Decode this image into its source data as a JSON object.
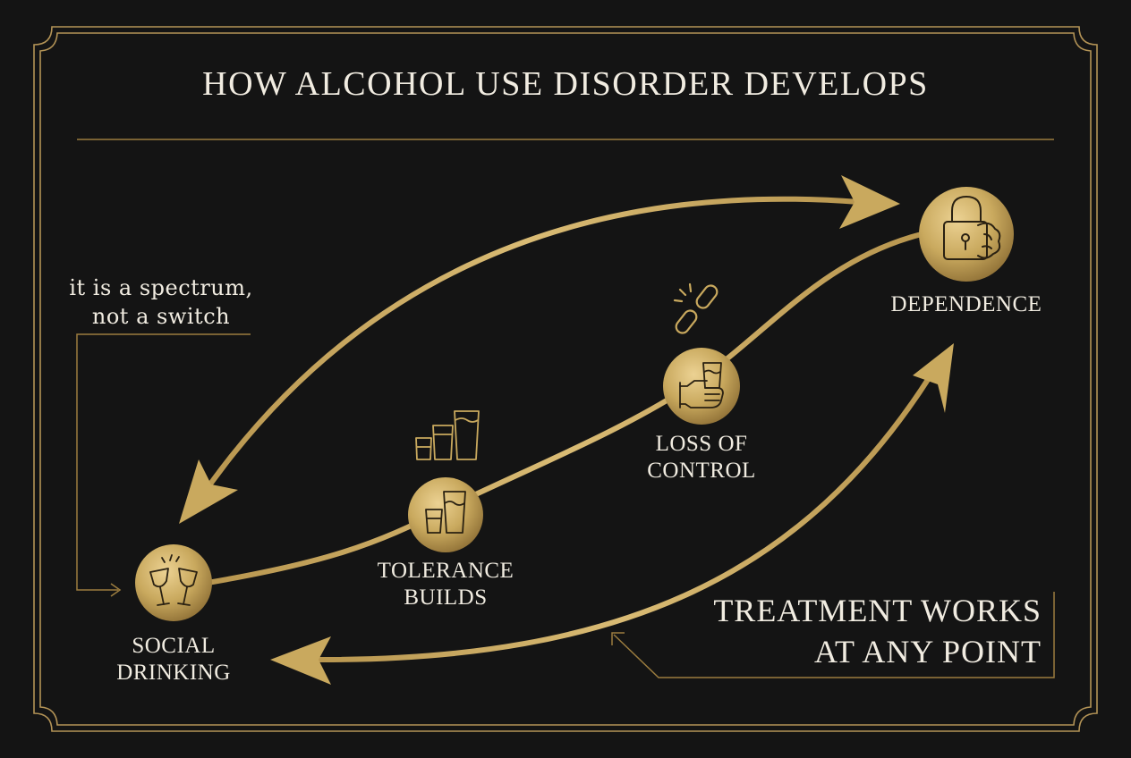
{
  "title": "HOW ALCOHOL USE DISORDER DEVELOPS",
  "colors": {
    "background": "#141414",
    "gold": "#c9a95e",
    "gold_light": "#e6c980",
    "gold_dark": "#9c7d3f",
    "text": "#f1ece1",
    "icon_stroke": "#2a2112"
  },
  "stages": [
    {
      "id": "social-drinking",
      "lines": [
        "SOCIAL",
        "DRINKING"
      ],
      "icon": "clinking-glasses-icon"
    },
    {
      "id": "tolerance-builds",
      "lines": [
        "TOLERANCE",
        "BUILDS"
      ],
      "icon": "glasses-icon",
      "extra_icon": "growing-glasses-icon"
    },
    {
      "id": "loss-of-control",
      "lines": [
        "LOSS OF",
        "CONTROL"
      ],
      "icon": "hand-holding-glass-icon",
      "extra_icon": "broken-chain-icon"
    },
    {
      "id": "dependence",
      "lines": [
        "DEPENDENCE"
      ],
      "icon": "padlock-brain-icon"
    }
  ],
  "note": {
    "lines": [
      "it is a spectrum,",
      "not a switch"
    ]
  },
  "callout": {
    "lines": [
      "TREATMENT WORKS",
      "AT ANY POINT"
    ]
  }
}
